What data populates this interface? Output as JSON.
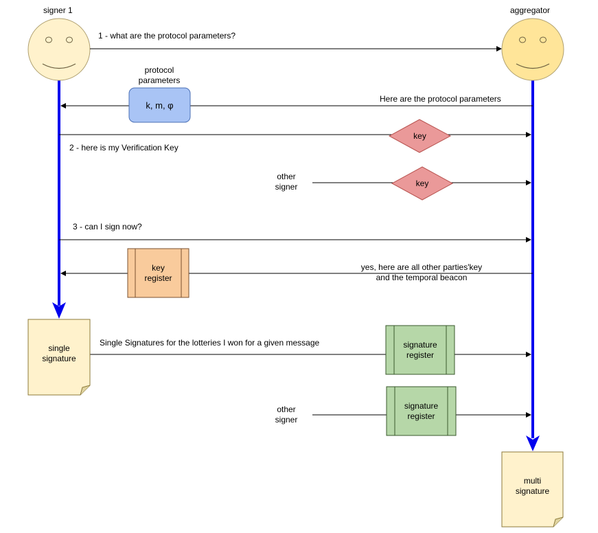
{
  "actors": {
    "signer": "signer 1",
    "aggregator": "aggregator"
  },
  "messages": {
    "m1": "1 - what are the protocol parameters?",
    "m_params": "Here are the protocol parameters",
    "m2": "2 - here is my Verification Key",
    "m3": "3 - can I sign now?",
    "m_register": "yes, here are all other parties'key\nand the temporal beacon",
    "m_single": "Single Signatures for the lotteries I won for a given message"
  },
  "params_box": {
    "caption": "protocol\nparameters",
    "label": "k, m, φ"
  },
  "key_diamond_1": "key",
  "key_diamond_2": "key",
  "other_signer_1": "other\nsigner",
  "other_signer_2": "other\nsigner",
  "key_register": "key\nregister",
  "signature_register_1": "signature\nregister",
  "signature_register_2": "signature\nregister",
  "single_signature": "single\nsignature",
  "multi_signature": "multi\nsignature",
  "colors": {
    "lifeline": "#0000ee",
    "face_signer": "#fff2cc",
    "face_aggregator": "#ffe599",
    "face_stroke": "#b0a070",
    "params_fill": "#a9c4f5",
    "params_stroke": "#4a6fb5",
    "key_fill": "#ea9999",
    "key_stroke": "#b85450",
    "key_register_fill": "#f9cb9c",
    "key_register_stroke": "#c0824a",
    "sig_register_fill": "#b6d7a8",
    "sig_register_stroke": "#4f7a3c",
    "note_fill": "#fff2cc",
    "note_stroke": "#8c7a3a"
  }
}
